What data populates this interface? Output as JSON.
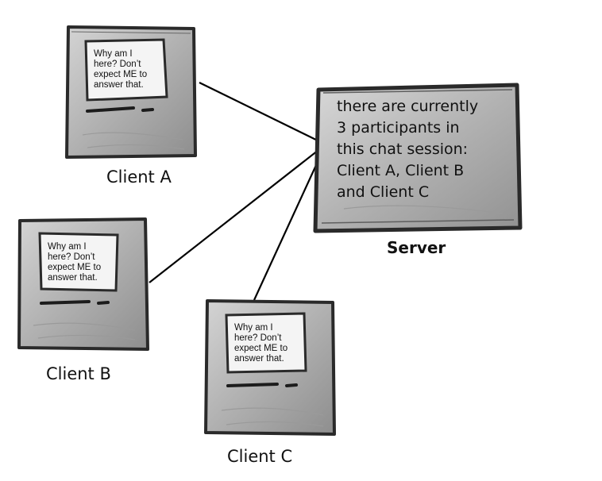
{
  "clients": [
    {
      "id": "a",
      "screen_text": "Why am I\nhere?   Don’t\nexpect ME to\nanswer that.",
      "label": "Client A"
    },
    {
      "id": "b",
      "screen_text": "Why am I\nhere?   Don’t\nexpect ME to\nanswer that.",
      "label": "Client B"
    },
    {
      "id": "c",
      "screen_text": "Why am I\nhere?   Don’t\nexpect ME to\nanswer that.",
      "label": "Client C"
    }
  ],
  "server": {
    "message": "there are currently\n3 participants in\nthis chat session:\nClient A, Client B\nand Client C",
    "label": "Server"
  },
  "colors": {
    "computer_body": "#b8b8b8",
    "computer_outline": "#2a2a2a",
    "screen": "#f4f4f4",
    "line": "#000000"
  }
}
